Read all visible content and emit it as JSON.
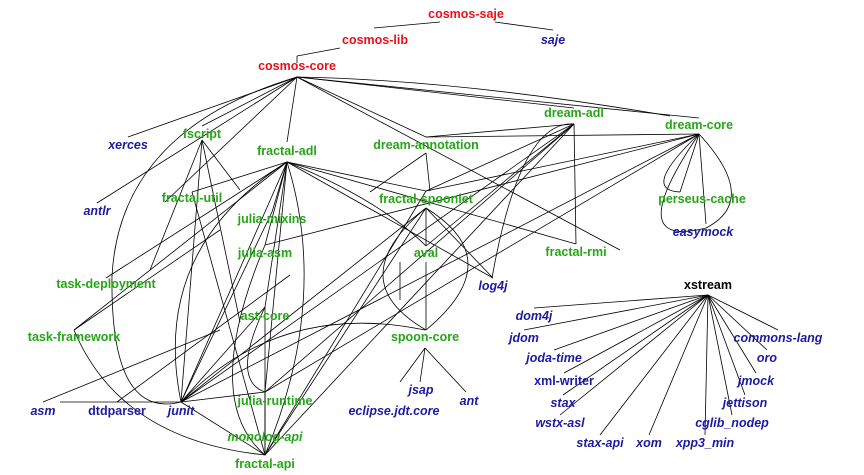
{
  "colors": {
    "core": "#e8111b",
    "internal": "#26a617",
    "external": "#1d1aa0",
    "special": "#000000",
    "edge": "#000000"
  },
  "nodes": {
    "cosmos_saje": "cosmos-saje",
    "cosmos_lib": "cosmos-lib",
    "saje": "saje",
    "cosmos_core": "cosmos-core",
    "xerces": "xerces",
    "fscript": "fscript",
    "fractal_adl": "fractal-adl",
    "dream_annotation": "dream-annotation",
    "dream_adl": "dream-adl",
    "dream_core": "dream-core",
    "antlr": "antlr",
    "fractal_util": "fractal-util",
    "fractal_spoonlet": "fractal-spoonlet",
    "julia_mixins": "julia-mixins",
    "perseus_cache": "perseus-cache",
    "easymock": "easymock",
    "julia_asm": "julia-asm",
    "aval": "aval",
    "fractal_rmi": "fractal-rmi",
    "task_deployment": "task-deployment",
    "log4j": "log4j",
    "xstream": "xstream",
    "ast_core": "ast-core",
    "dom4j": "dom4j",
    "jdom": "jdom",
    "task_framework": "task-framework",
    "spoon_core": "spoon-core",
    "commons_lang": "commons-lang",
    "joda_time": "joda-time",
    "oro": "oro",
    "xml_writer": "xml-writer",
    "jmock": "jmock",
    "jsap": "jsap",
    "stax": "stax",
    "jettison": "jettison",
    "asm": "asm",
    "dtdparser": "dtdparser",
    "junit": "junit",
    "julia_runtime": "julia-runtime",
    "ant": "ant",
    "eclipse_jdt_core": "eclipse.jdt.core",
    "wstx_asl": "wstx-asl",
    "cglib_nodep": "cglib_nodep",
    "monolog_api": "monolog-api",
    "stax_api": "stax-api",
    "xom": "xom",
    "xpp3_min": "xpp3_min",
    "fractal_api": "fractal-api"
  }
}
